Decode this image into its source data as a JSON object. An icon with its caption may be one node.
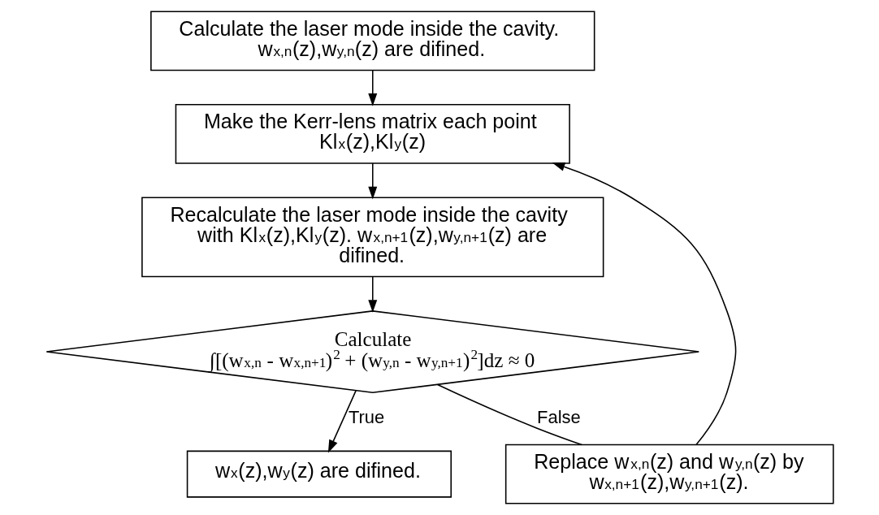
{
  "diagram": {
    "nodes": [
      {
        "text": [
          "Calculate the laser mode inside the cavity. w$_{x,n}$(z),w$_{y,n}$(z) are difined."
        ]
      },
      {
        "text": [
          "Make the Kerr-lens matrix each point Kl$_{x}$(z),Kl$_{y}$(z)"
        ]
      },
      {
        "text": [
          "Recalculate the laser mode inside the cavity with Kl$_{x}$(z),Kl$_{y}$(z). w$_{x,n+1}$(z),w$_{y,n+1}$(z) are difined."
        ]
      },
      {
        "text": [
          "Calculate",
          "∫[(w$_{x,n}$ - w$_{x,n+1}$)$^{2}$ + (w$_{y,n}$ - w$_{y,n+1}$)$^{2}$]dz ≈ 0"
        ]
      },
      {
        "text": [
          "w$_{x}$(z),w$_{y}$(z) are difined."
        ]
      },
      {
        "text": [
          "Replace w$_{x,n}$(z) and w$_{y,n}$(z) by w$_{x,n+1}$(z),w$_{y,n+1}$(z)."
        ]
      }
    ],
    "edges": [
      {
        "from": 0,
        "to": 1,
        "arrow": "to"
      },
      {
        "from": 1,
        "to": 2,
        "arrow": "to"
      },
      {
        "from": 2,
        "to": 3,
        "arrow": "to"
      },
      {
        "from": 3,
        "to": 4,
        "arrow": "to",
        "label": "True"
      },
      {
        "from": 3,
        "to": 5,
        "arrow": "none",
        "label": "False"
      },
      {
        "from": 5,
        "to": 1,
        "arrow": "to"
      }
    ]
  }
}
